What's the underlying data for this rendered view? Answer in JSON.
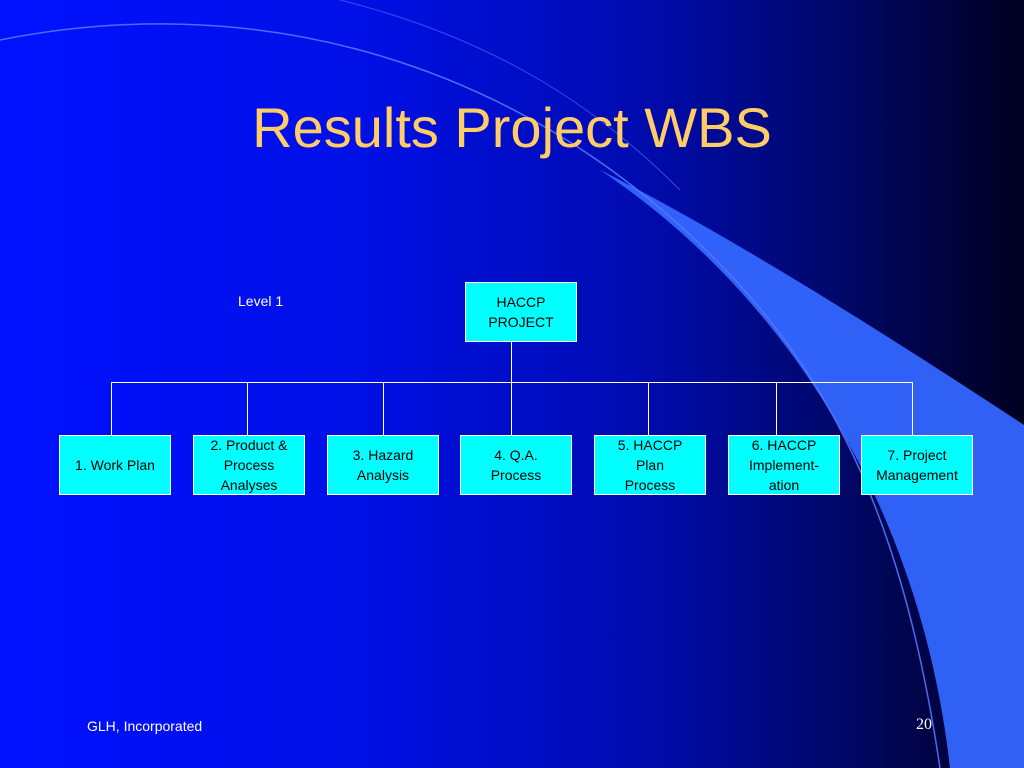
{
  "slide": {
    "title": "Results Project WBS",
    "level_label": "Level 1",
    "footer": "GLH, Incorporated",
    "page_number": "20"
  },
  "wbs": {
    "root": "HACCP\nPROJECT",
    "children": [
      "1. Work Plan",
      "2. Product &\nProcess\nAnalyses",
      "3. Hazard\nAnalysis",
      "4. Q.A.\nProcess",
      "5. HACCP\nPlan\nProcess",
      "6. HACCP\nImplement-\nation",
      "7. Project\nManagement"
    ]
  },
  "colors": {
    "title": "#ffcc66",
    "node_fill": "#00ffff",
    "connector": "#ffffff",
    "accent_swoosh": "#3366ff"
  }
}
